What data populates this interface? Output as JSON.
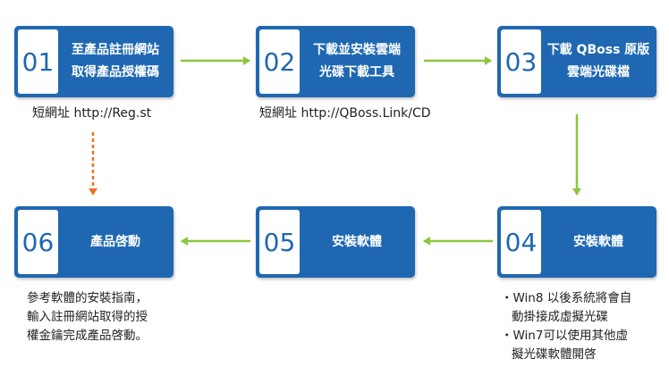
{
  "colors": {
    "box": "#1f68b1",
    "arrow_green": "#8dc63f",
    "arrow_orange": "#e8742a"
  },
  "steps": [
    {
      "num": "01",
      "line1": "至產品註冊網站",
      "line2": "取得產品授權碼"
    },
    {
      "num": "02",
      "line1": "下載並安裝雲端",
      "line2": "光碟下載工具"
    },
    {
      "num": "03",
      "line1": "下載 QBoss 原版",
      "line2": "雲端光碟檔"
    },
    {
      "num": "04",
      "line1": "安裝軟體",
      "line2": ""
    },
    {
      "num": "05",
      "line1": "安裝軟體",
      "line2": ""
    },
    {
      "num": "06",
      "line1": "產品啓動",
      "line2": ""
    }
  ],
  "captions": {
    "step1": "短網址 http://Reg.st",
    "step2": "短網址 http://QBoss.Link/CD"
  },
  "notes": {
    "step4": [
      "・Win8 以後系統將會自",
      "動掛接成虛擬光碟",
      "・Win7可以使用其他虛",
      "擬光碟軟體開啓"
    ],
    "step6": [
      "參考軟體的安裝指南，",
      "輸入註冊網站取得的授",
      "權金鑰完成產品啓動。"
    ]
  }
}
